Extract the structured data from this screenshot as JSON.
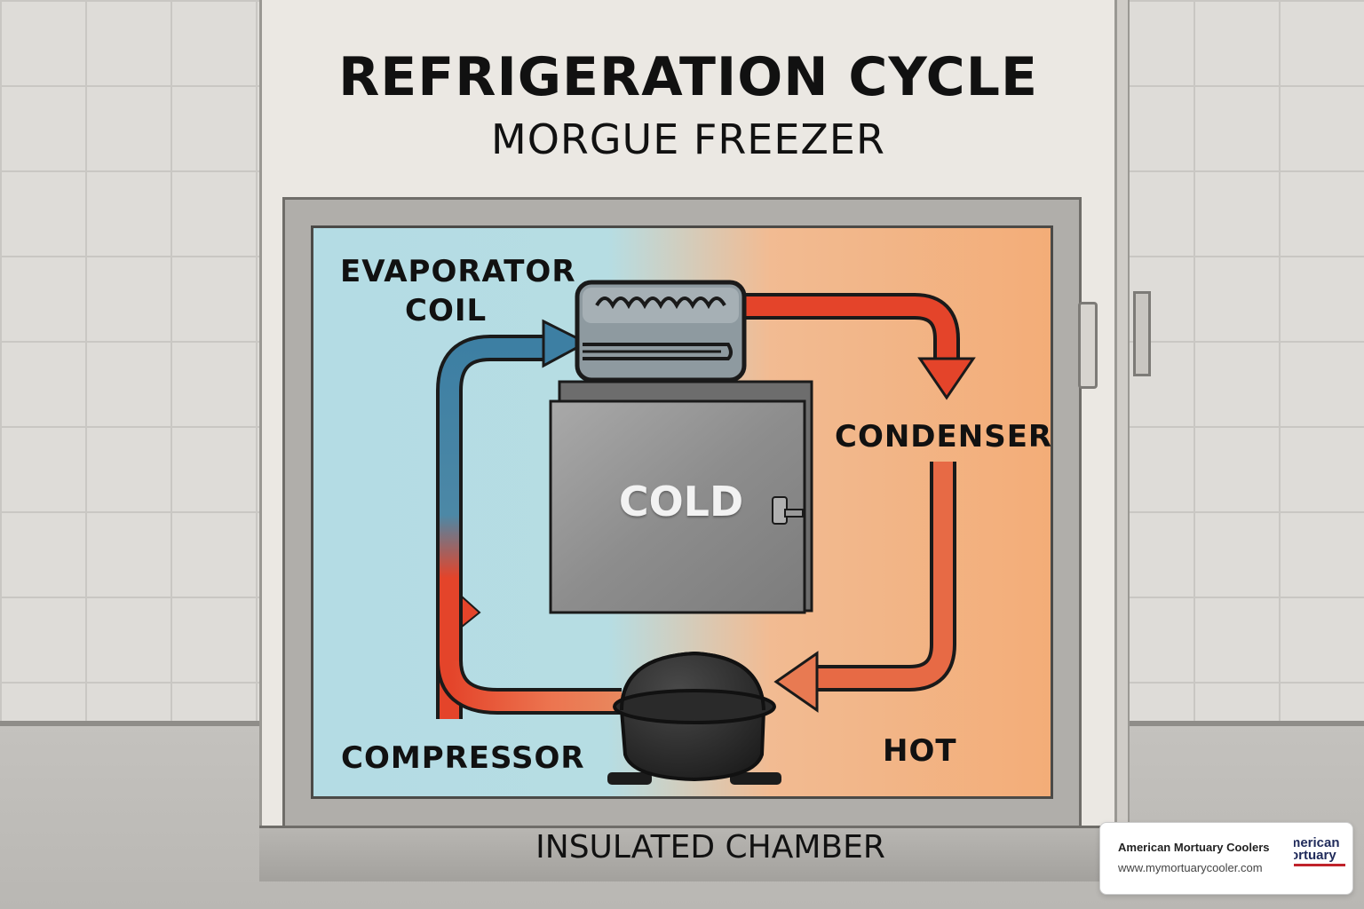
{
  "title": "REFRIGERATION CYCLE",
  "subtitle": "MORGUE FREEZER",
  "labels": {
    "evaporator_line1": "EVAPORATOR",
    "evaporator_line2": "COIL",
    "condenser": "CONDENSER",
    "compressor": "COMPRESSOR",
    "hot": "HOT",
    "cold": "COLD",
    "chamber": "INSULATED CHAMBER"
  },
  "logo": {
    "name": "American Mortuary Coolers",
    "url": "www.mymortuarycooler.com"
  },
  "colors": {
    "cold_side": "#b4dce4",
    "hot_side": "#f3ad78",
    "cold_pipe": "#3d7fa3",
    "hot_pipe": "#e4442a"
  },
  "icons": [
    "evaporator-coil-icon",
    "compressor-icon",
    "cold-chamber-door-icon",
    "flow-arrow-icon"
  ]
}
